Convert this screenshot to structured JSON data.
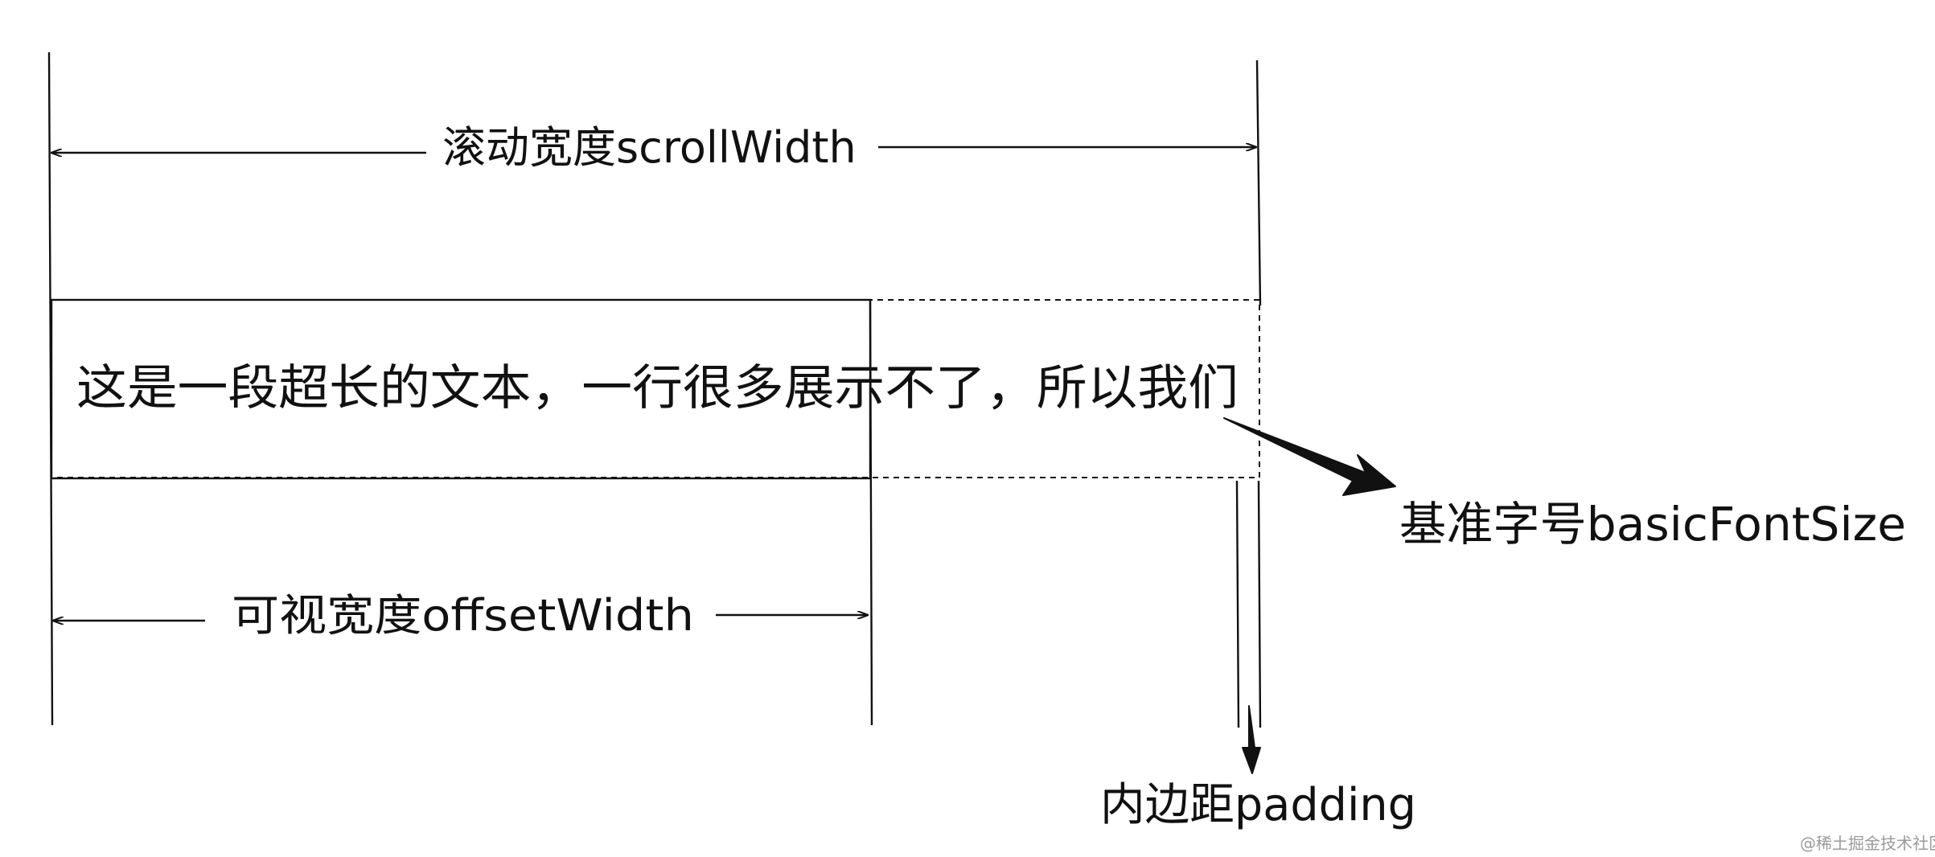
{
  "diagram": {
    "scroll_width_label": "滚动宽度scrollWidth",
    "offset_width_label": "可视宽度offsetWidth",
    "sample_text": "这是一段超长的文本，一行很多展示不了，所以我们",
    "font_size_label": "基准字号basicFontSize",
    "padding_label": "内边距padding",
    "watermark": "@稀土掘金技术社区"
  }
}
